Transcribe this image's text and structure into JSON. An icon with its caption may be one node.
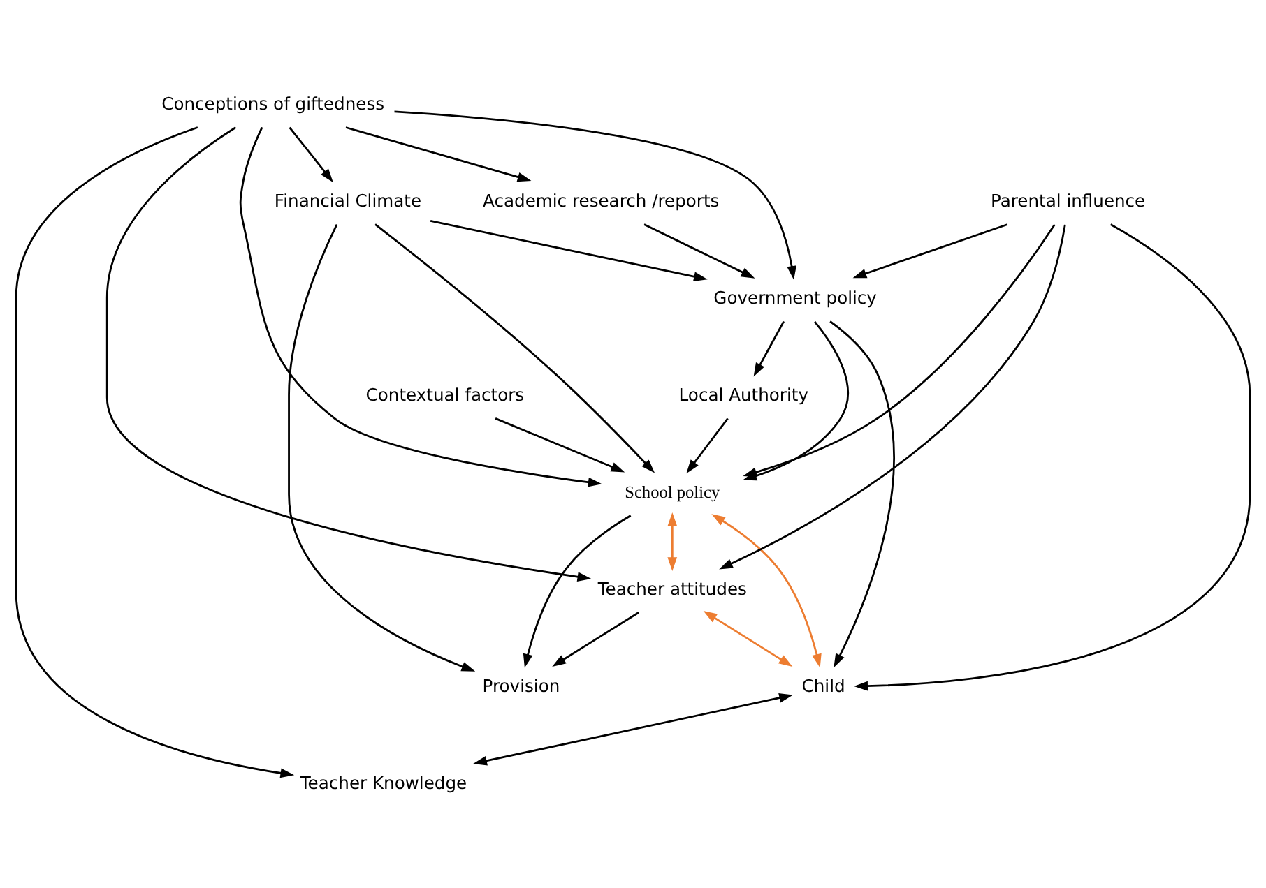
{
  "diagram": {
    "nodes": [
      {
        "text": [
          "Financial Climate"
        ]
      },
      {
        "text": [
          "Government policy"
        ]
      },
      {
        "text": [
          "Conceptions of giftedness"
        ]
      },
      {
        "text": [
          "Academic research /reports"
        ]
      },
      {
        "text": [
          "School policy"
        ]
      },
      {
        "text": [
          "Teacher Knowledge"
        ]
      },
      {
        "text": [
          "Parental influence"
        ]
      },
      {
        "text": [
          "Contextual factors"
        ]
      },
      {
        "text": [
          "Teacher attitudes"
        ]
      },
      {
        "text": [
          "Local Authority"
        ]
      },
      {
        "text": [
          "Provision"
        ]
      },
      {
        "text": [
          "Child"
        ]
      }
    ],
    "edges": [
      {
        "from": 0,
        "to": 1,
        "arrow": "to"
      },
      {
        "from": 0,
        "to": 4,
        "arrow": "to"
      },
      {
        "from": 0,
        "to": 10,
        "arrow": "to"
      },
      {
        "from": 2,
        "to": 0,
        "arrow": "to"
      },
      {
        "from": 2,
        "to": 1,
        "arrow": "to"
      },
      {
        "from": 2,
        "to": 3,
        "arrow": "to"
      },
      {
        "from": 2,
        "to": 4,
        "arrow": "to"
      },
      {
        "from": 2,
        "to": 8,
        "arrow": "to"
      },
      {
        "from": 2,
        "to": 5,
        "arrow": "to"
      },
      {
        "from": 3,
        "to": 1,
        "arrow": "to"
      },
      {
        "from": 1,
        "to": 4,
        "arrow": "to"
      },
      {
        "from": 1,
        "to": 9,
        "arrow": "to"
      },
      {
        "from": 1,
        "to": 11,
        "arrow": "to"
      },
      {
        "from": 6,
        "to": 1,
        "arrow": "to"
      },
      {
        "from": 6,
        "to": 4,
        "arrow": "to"
      },
      {
        "from": 6,
        "to": 8,
        "arrow": "to"
      },
      {
        "from": 6,
        "to": 11,
        "arrow": "to"
      },
      {
        "from": 9,
        "to": 4,
        "arrow": "to"
      },
      {
        "from": 7,
        "to": 4,
        "arrow": "to"
      },
      {
        "from": 4,
        "to": 10,
        "arrow": "to"
      },
      {
        "from": 4,
        "to": 8,
        "arrow": "both",
        "color": "#ed7d31"
      },
      {
        "from": 4,
        "to": 11,
        "arrow": "both",
        "color": "#ed7d31"
      },
      {
        "from": 8,
        "to": 11,
        "arrow": "both",
        "color": "#ed7d31"
      },
      {
        "from": 8,
        "to": 10,
        "arrow": "to"
      },
      {
        "from": 11,
        "to": 5,
        "arrow": "both"
      }
    ]
  }
}
